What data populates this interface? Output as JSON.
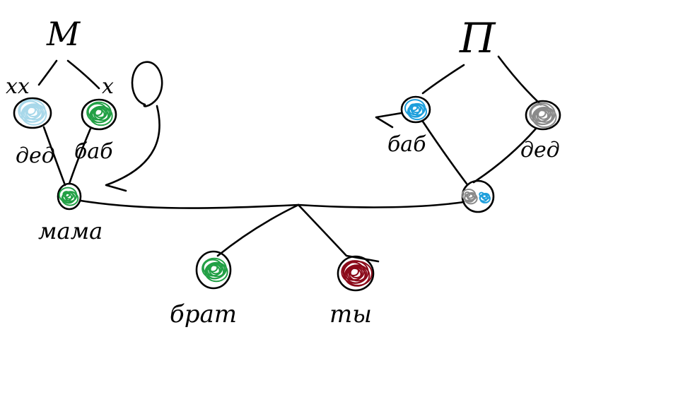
{
  "family_tree": {
    "paternal_header": "М",
    "maternal_header": "П",
    "markers": {
      "left_chromosomes": "xx",
      "mid_chromosome": "x"
    },
    "people": {
      "grandpa_left": {
        "label": "дед",
        "color": "#a8d8ea"
      },
      "grandma_left": {
        "label": "баб",
        "color": "#22a045"
      },
      "mother": {
        "label": "мама",
        "color": "#22a045"
      },
      "grandma_right": {
        "label": "баб",
        "color": "#1e9fdc"
      },
      "grandpa_right": {
        "label": "дед",
        "color": "#8a8a8a"
      },
      "father": {
        "label": "",
        "colors": [
          "#8a8a8a",
          "#1e9fdc"
        ]
      },
      "brother": {
        "label": "брат",
        "color": "#22a045"
      },
      "you": {
        "label": "ты",
        "color": "#8b0a1a"
      }
    }
  }
}
